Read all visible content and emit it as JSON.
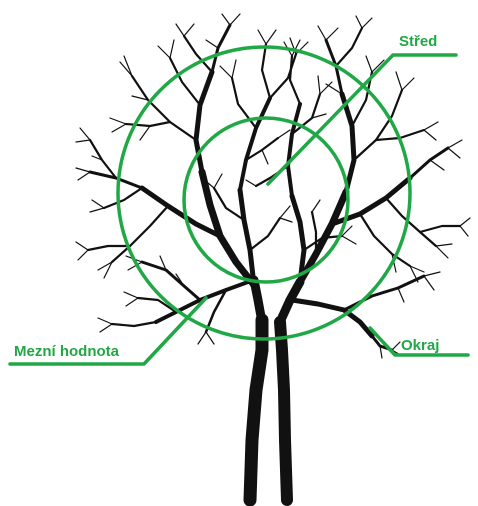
{
  "labels": {
    "center": "Střed",
    "edge": "Okraj",
    "boundary": "Mezní hodnota"
  },
  "colors": {
    "accent": "#21a846",
    "tree": "#111111",
    "background": "#ffffff"
  },
  "icons": {
    "tree": "tree-illustration-icon"
  }
}
